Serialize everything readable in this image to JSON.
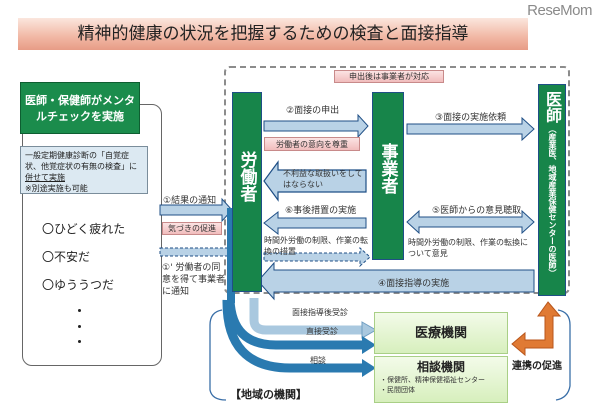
{
  "logo": "ReseMom",
  "title": "精神的健康の状況を把握するための検査と面接指導",
  "left_panel": {
    "header": "医師・保健師がメンタルチェックを実施",
    "note_line1": "一般定期健康診断の「自覚症状、他覚症状の有無の検査」に",
    "note_underlined": "併せて実施",
    "note_line3": "※別途実施も可能",
    "symptoms": [
      "〇ひどく疲れた",
      "〇不安だ",
      "〇ゆううつだ"
    ]
  },
  "actors": {
    "worker": "労働者",
    "employer": "事業者",
    "doctor": "医師",
    "doctor_sub": "（産業医、地域産業保健センターの医師）"
  },
  "steps": {
    "step1": "①結果の通知",
    "awareness": "気づきの促進",
    "step1_prime": "①' 労働者の同意を得て事業者に通知",
    "after_request": "申出後は事業者が対応",
    "step2": "②面接の申出",
    "respect": "労働者の意向を尊重",
    "no_disadvantage": "不利益な取扱いをしてはならない",
    "step3": "③面接の実施依頼",
    "step4": "④面接指導の実施",
    "step5": "⑤医師からの意見聴取",
    "step5_note": "時間外労働の制限、作業の転換について意見",
    "step6": "⑥事後措置の実施",
    "step6_note": "時間外労働の制限、作業の転換の措置"
  },
  "regional": {
    "label": "【地域の機関】",
    "flow_after_guidance": "面接指導後受診",
    "flow_direct": "直接受診",
    "flow_consult": "相談",
    "medical": "医療機関",
    "consult_org": "相談機関",
    "consult_items": [
      "・保健所、精神保健福祉センター",
      "・民間団体"
    ],
    "cooperation": "連携の促進"
  },
  "colors": {
    "green": "#17854a",
    "arrow_fill": "#b9d2e6",
    "arrow_stroke": "#1f4f86",
    "flow_blue": "#2a7ab0",
    "flow_light": "#a9c8df",
    "orange": "#e07a34",
    "pink": "#f1bcbc"
  }
}
